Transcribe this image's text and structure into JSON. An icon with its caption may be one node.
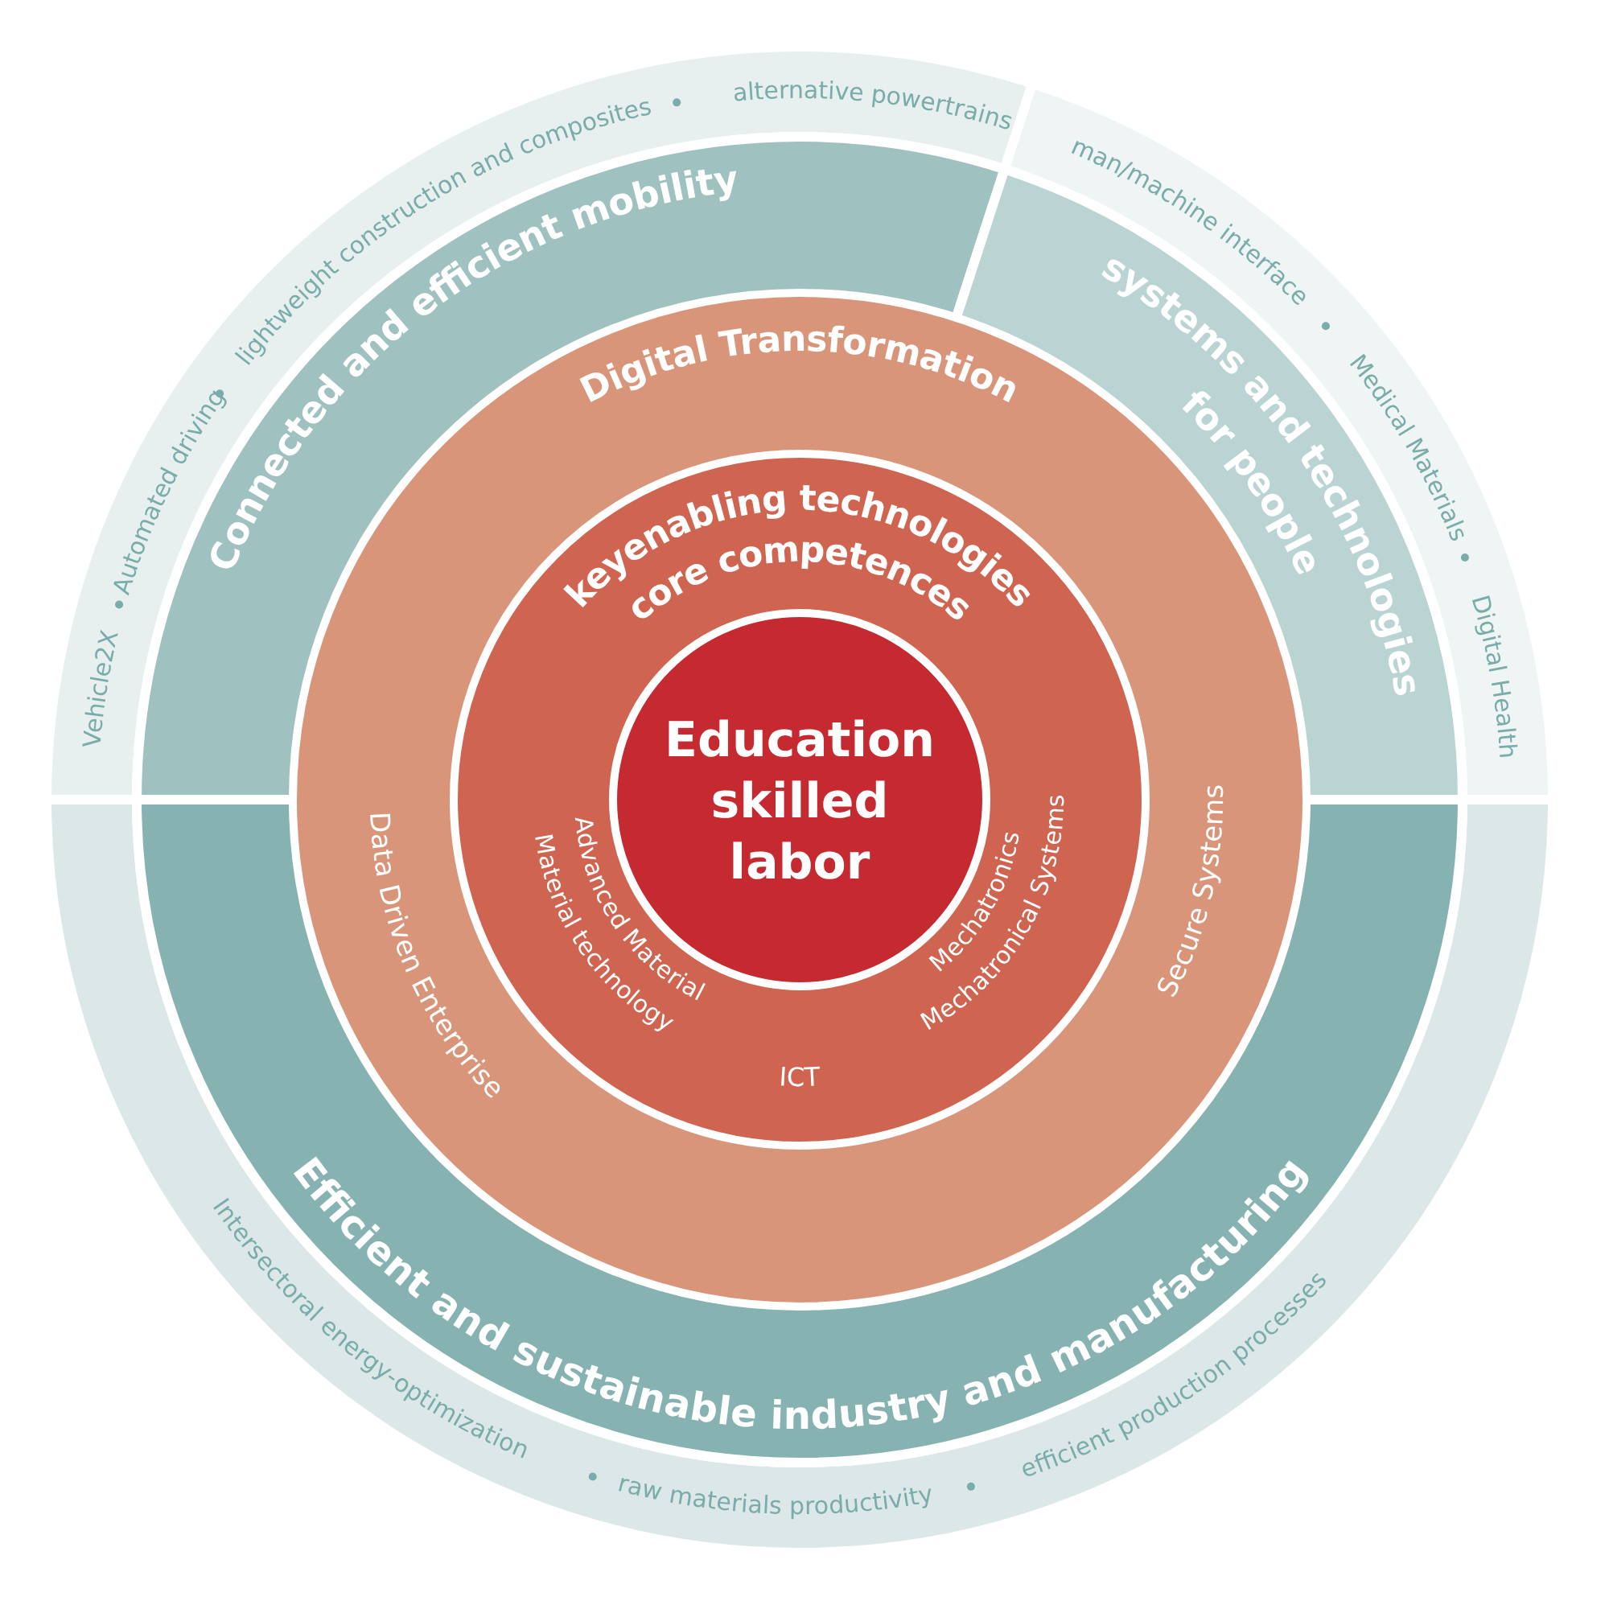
{
  "diagram": {
    "nodes": [
      {
        "text": [
          "Vehicle2X",
          "Automated driving",
          "lightweight construction and composites",
          "alternative powertrains"
        ]
      },
      {
        "text": [
          "Connected and efficient mobility"
        ]
      },
      {
        "text": [
          "man/machine interface",
          "Medical Materials",
          "Digital Health"
        ]
      },
      {
        "text": [
          "systems and technologies for people"
        ]
      },
      {
        "text": [
          "Intersectoral energy-optimization",
          "raw materials productivity",
          "efficient production processes"
        ]
      },
      {
        "text": [
          "Efficient and sustainable industry and manufacturing"
        ]
      },
      {
        "text": [
          "Digital Transformation",
          "Data Driven Enterprise",
          "Secure Systems"
        ]
      },
      {
        "text": [
          "keyenabling technologies core competences",
          "Advanced Material Material technology",
          "ICT",
          "Mechatronics Mechatronical Systems"
        ],
        "in": 6
      },
      {
        "text": [
          "Education skilled labor"
        ],
        "in": 7
      }
    ]
  }
}
